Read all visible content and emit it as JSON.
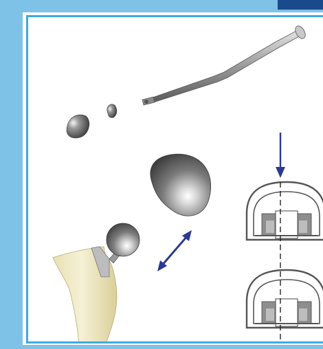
{
  "figure": {
    "components": [
      "impactor-tool",
      "small-head-trial",
      "small-cup-trial",
      "modular-femoral-head",
      "femoral-stem-with-neck",
      "cross-section-top",
      "cross-section-bottom"
    ],
    "colors": {
      "frame": "#7fc2e8",
      "border": "#3fa9e0",
      "accent": "#1a4a8c",
      "arrow": "#2b3a8f",
      "metal": "#8c8c8c",
      "bone": "#efe9c4"
    }
  }
}
